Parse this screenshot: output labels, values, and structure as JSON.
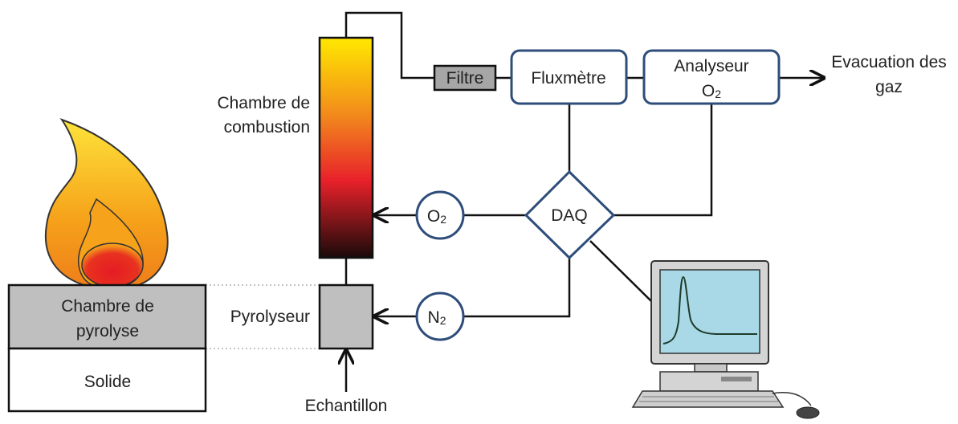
{
  "labels": {
    "filtre": "Filtre",
    "fluxmetre": "Fluxmètre",
    "analyseur_line1": "Analyseur",
    "analyseur_line2": "O",
    "analyseur_sub": "2",
    "evacuation_line1": "Evacuation des",
    "evacuation_line2": "gaz",
    "chambre_combustion_line1": "Chambre de",
    "chambre_combustion_line2": "combustion",
    "o2_main": "O",
    "o2_sub": "2",
    "n2_main": "N",
    "n2_sub": "2",
    "daq": "DAQ",
    "pyrolyseur": "Pyrolyseur",
    "echantillon": "Echantillon",
    "chambre_pyrolyse_line1": "Chambre de",
    "chambre_pyrolyse_line2": "pyrolyse",
    "solide": "Solide"
  },
  "colors": {
    "box_stroke": "#2e4d7a",
    "filter_fill": "#a6a6a6",
    "pyrolyseur_fill": "#bfbfbf",
    "screen_fill": "#a9d9e6",
    "flame_outer": "#f6a21a",
    "flame_inner": "#e8231f"
  }
}
